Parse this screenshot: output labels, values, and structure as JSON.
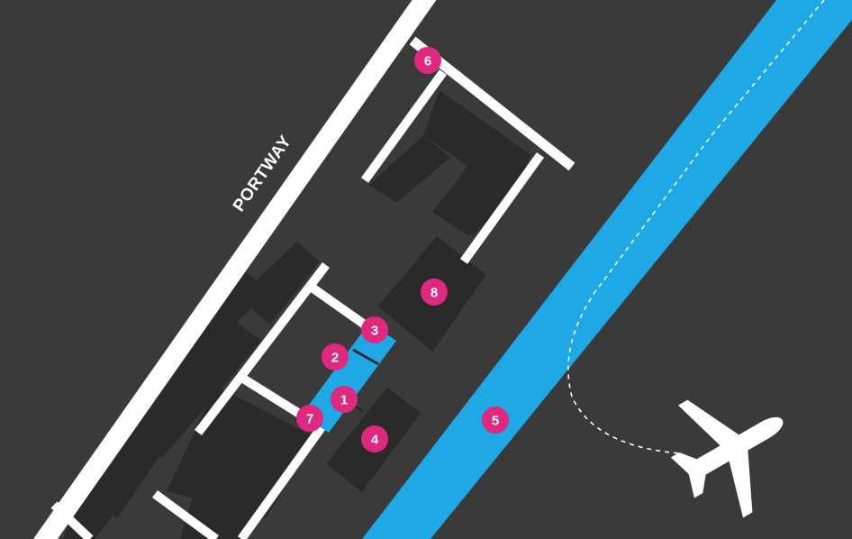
{
  "road_label": "PORTWAY",
  "colors": {
    "background": "#3a3a3a",
    "building": "#2a2a2a",
    "road": "#ffffff",
    "water": "#1ea8e6",
    "marker": "#e0287f",
    "highlight": "#1ea8e6"
  },
  "markers": [
    {
      "id": "1",
      "label": "1"
    },
    {
      "id": "2",
      "label": "2"
    },
    {
      "id": "3",
      "label": "3"
    },
    {
      "id": "4",
      "label": "4"
    },
    {
      "id": "5",
      "label": "5"
    },
    {
      "id": "6",
      "label": "6"
    },
    {
      "id": "7",
      "label": "7"
    },
    {
      "id": "8",
      "label": "8"
    }
  ],
  "icons": {
    "airplane": "airplane-icon"
  }
}
